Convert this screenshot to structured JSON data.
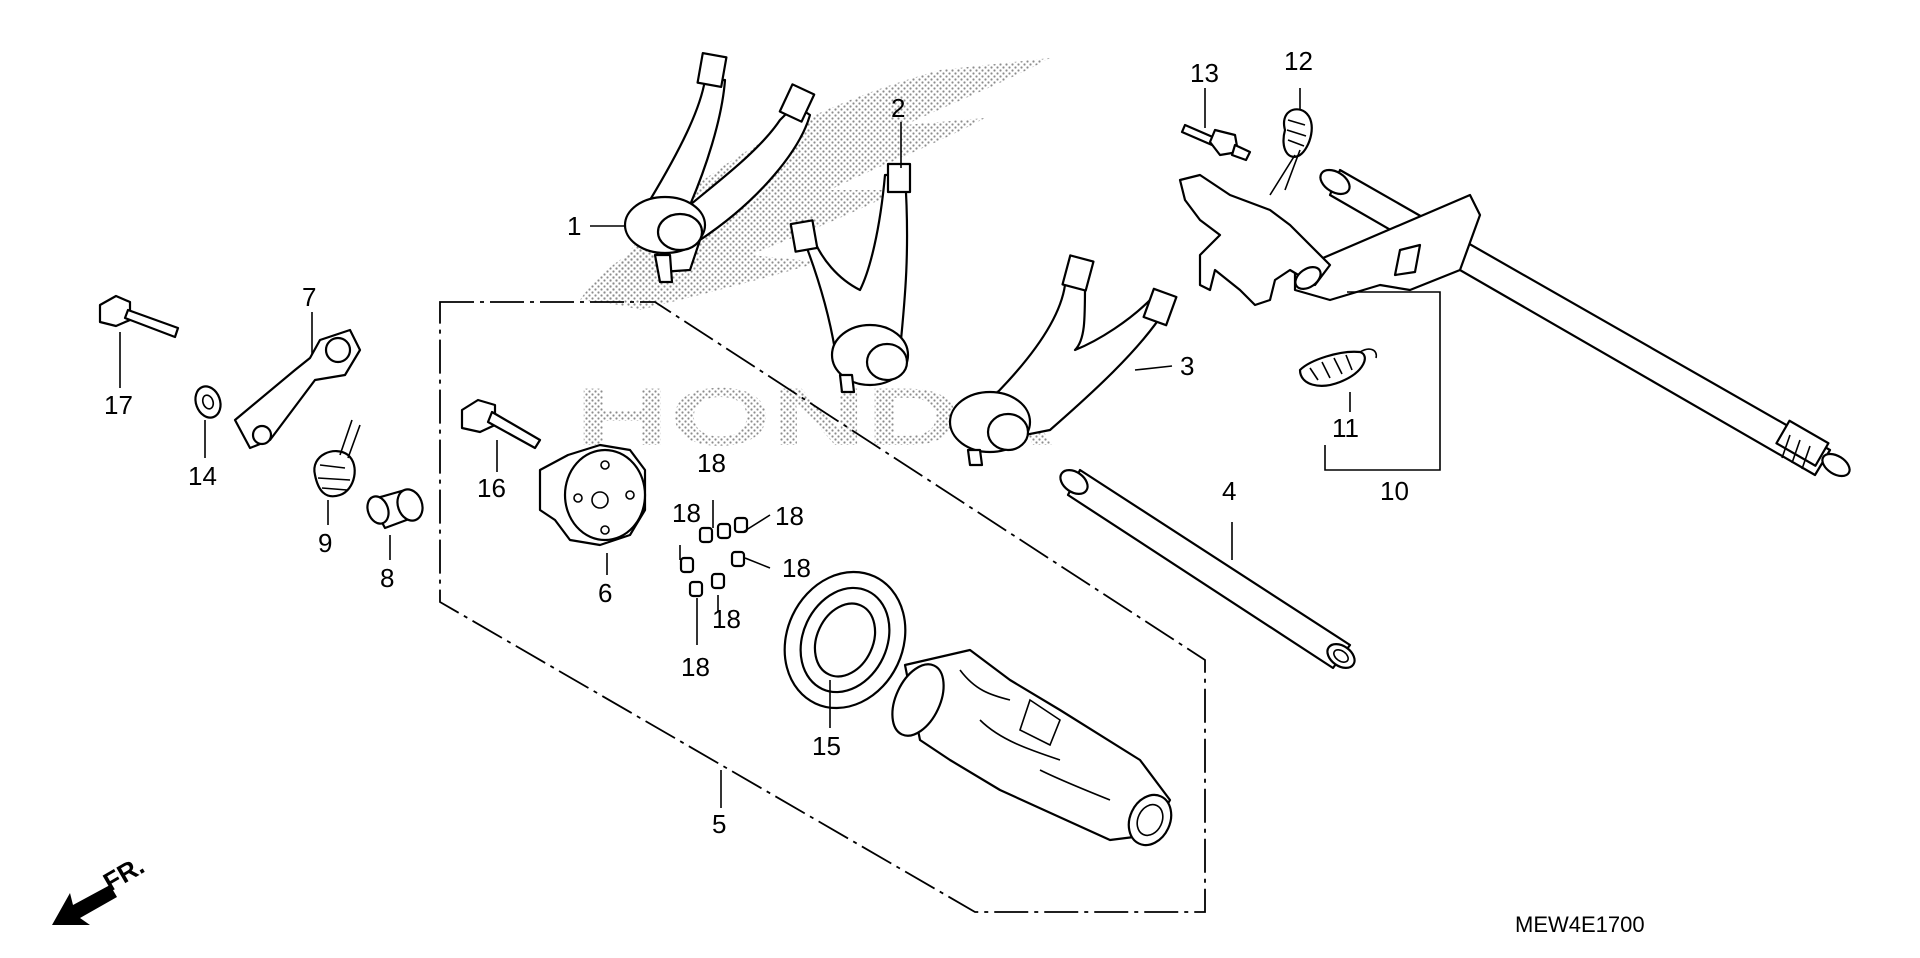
{
  "diagram_code": "MEW4E1700",
  "watermark_text": "HONDA",
  "direction_label": "FR.",
  "callouts": {
    "c1": "1",
    "c2": "2",
    "c3": "3",
    "c4": "4",
    "c5": "5",
    "c6": "6",
    "c7": "7",
    "c8": "8",
    "c9": "9",
    "c10": "10",
    "c11": "11",
    "c12": "12",
    "c13": "13",
    "c14": "14",
    "c15": "15",
    "c16": "16",
    "c17": "17",
    "c18a": "18",
    "c18b": "18",
    "c18c": "18",
    "c18d": "18",
    "c18e": "18",
    "c18f": "18"
  },
  "icons": {
    "watermark": "honda-wing-logo",
    "direction": "front-arrow-icon"
  },
  "colors": {
    "line": "#000000",
    "background": "#ffffff",
    "watermark": "#9a9a9a"
  }
}
